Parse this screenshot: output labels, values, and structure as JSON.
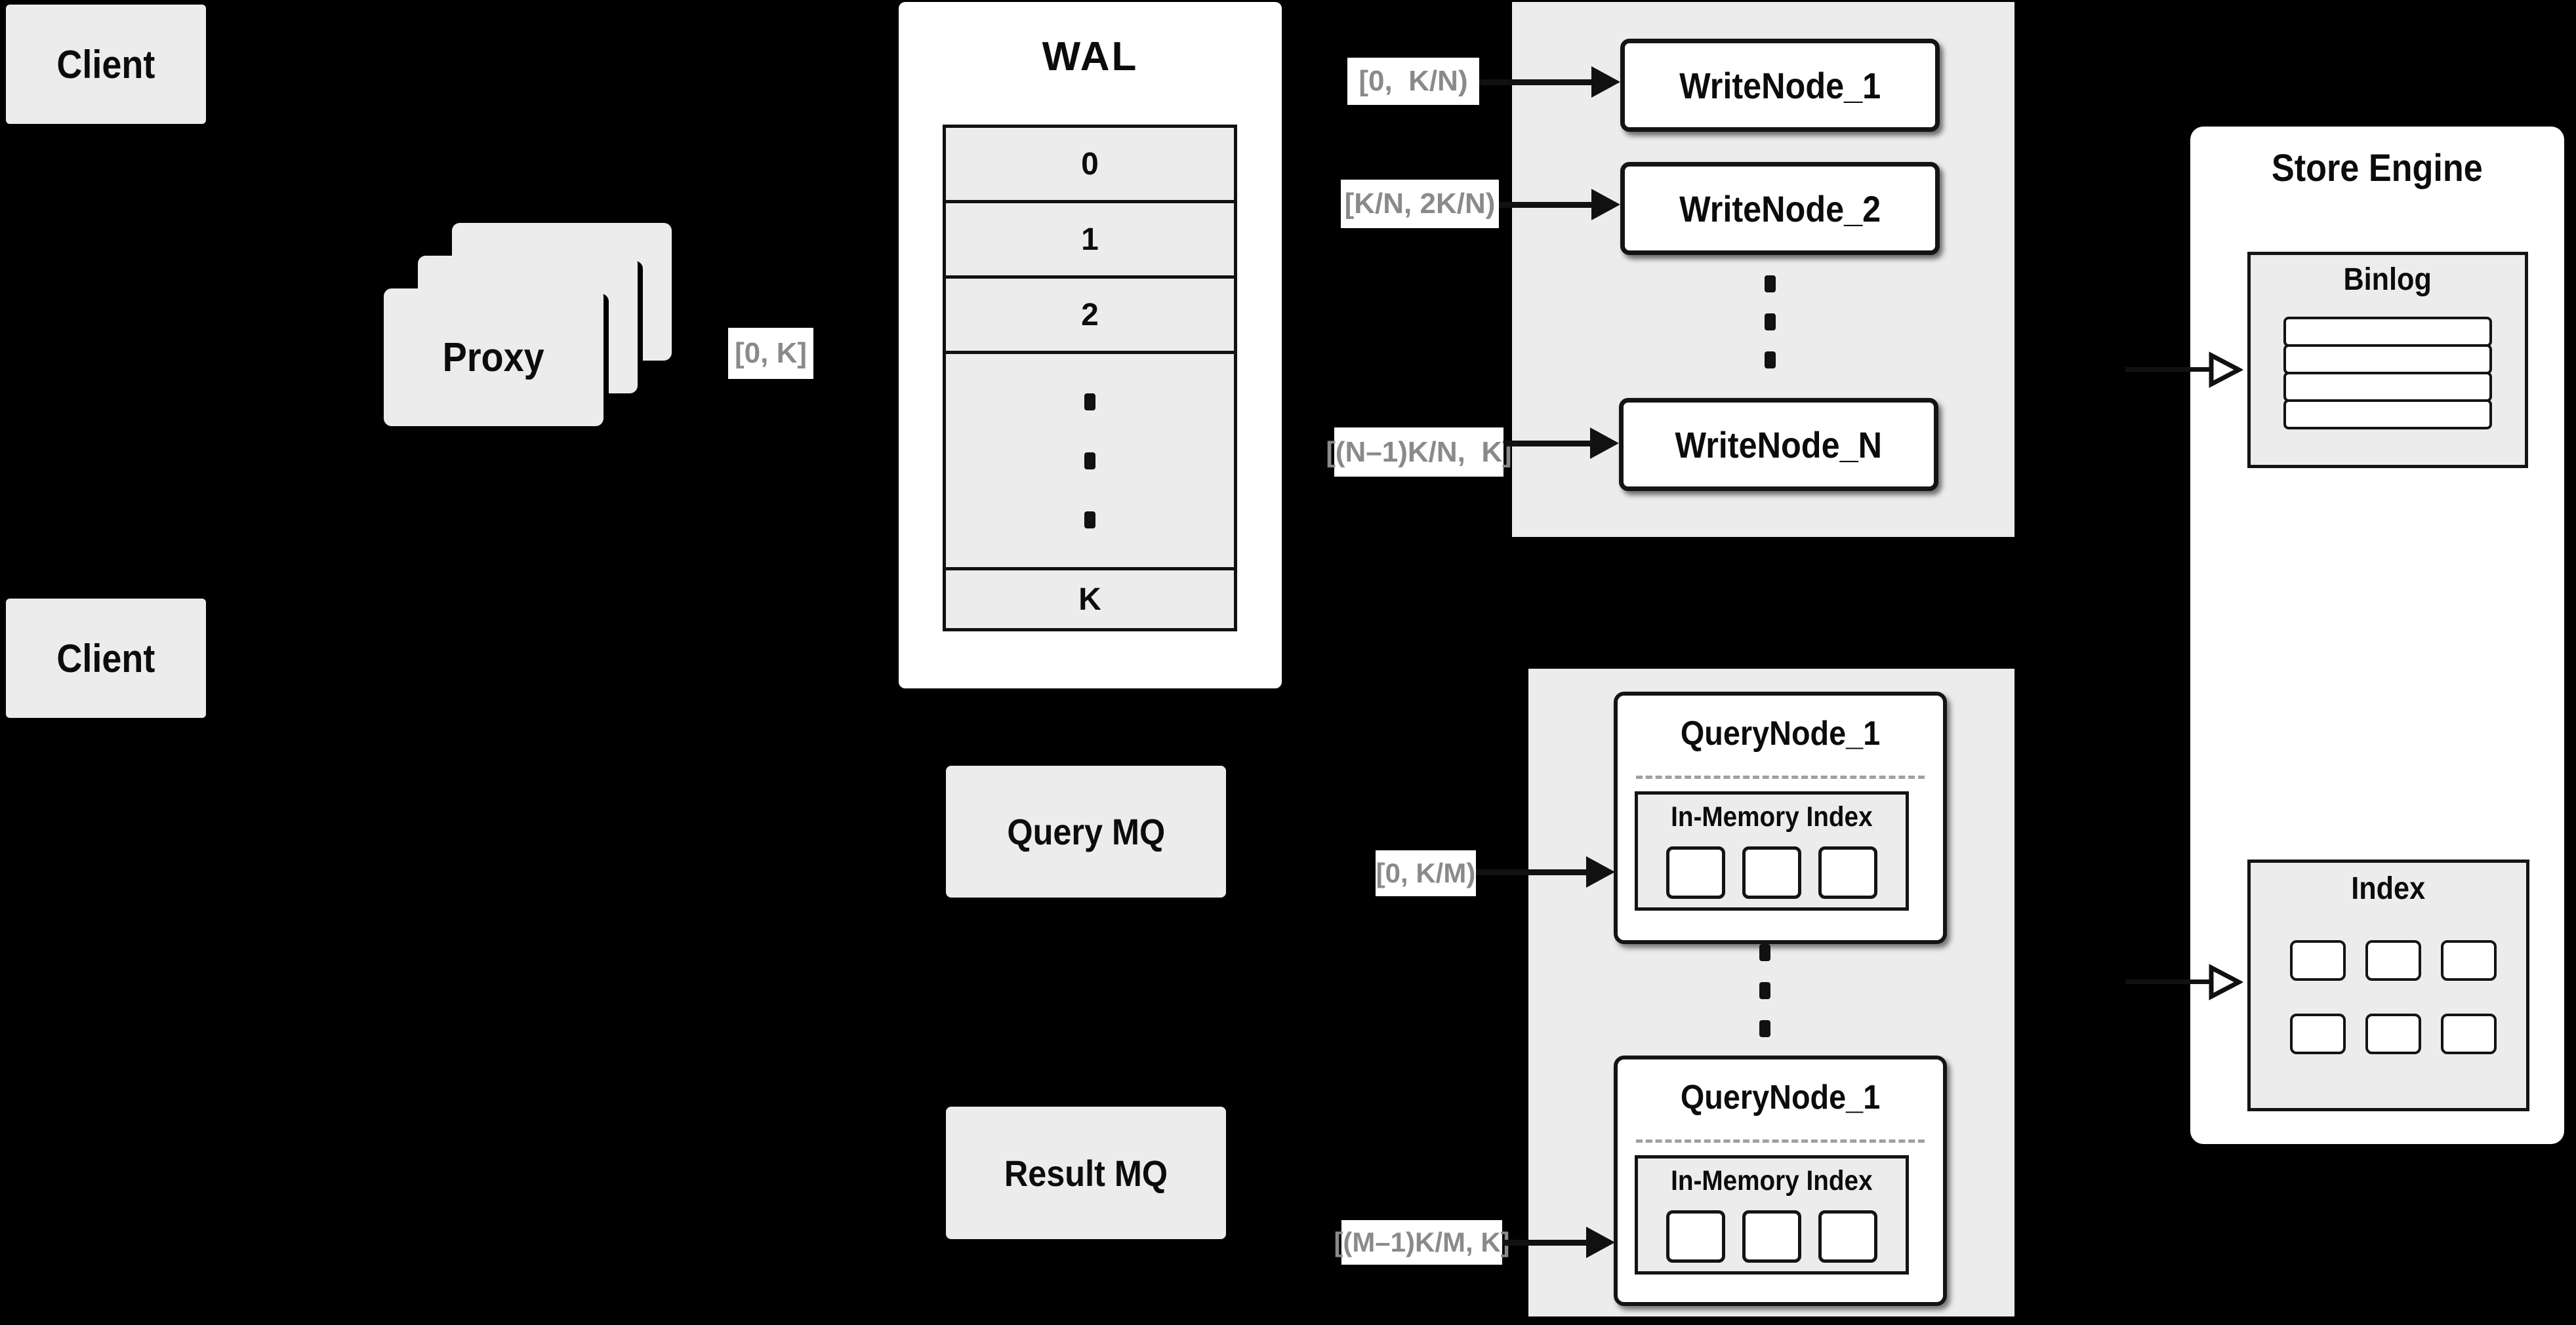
{
  "colors": {
    "background": "#000000",
    "panel_fill": "#ffffff",
    "box_fill": "#ececec",
    "line": "#111111",
    "range_label_text": "#8a8a8a"
  },
  "clients": {
    "top": "Client",
    "bottom": "Client"
  },
  "proxy": {
    "label": "Proxy",
    "range": "[0, K]"
  },
  "wal": {
    "title": "WAL",
    "rows": [
      "0",
      "1",
      "2"
    ],
    "last_row": "K"
  },
  "write_section": {
    "nodes": [
      {
        "range": "[0,  K/N)",
        "label": "WriteNode_1"
      },
      {
        "range": "[K/N, 2K/N)",
        "label": "WriteNode_2"
      },
      {
        "range": "[(N–1)K/N,  K]",
        "label": "WriteNode_N"
      }
    ]
  },
  "mq": {
    "query": "Query MQ",
    "result": "Result MQ"
  },
  "query_section": {
    "nodes": [
      {
        "range": "[0, K/M)",
        "label": "QueryNode_1",
        "inner_label": "In-Memory Index"
      },
      {
        "range": "[(M–1)K/M, K]",
        "label": "QueryNode_1",
        "inner_label": "In-Memory Index"
      }
    ]
  },
  "store_engine": {
    "title": "Store Engine",
    "binlog_label": "Binlog",
    "index_label": "Index"
  }
}
